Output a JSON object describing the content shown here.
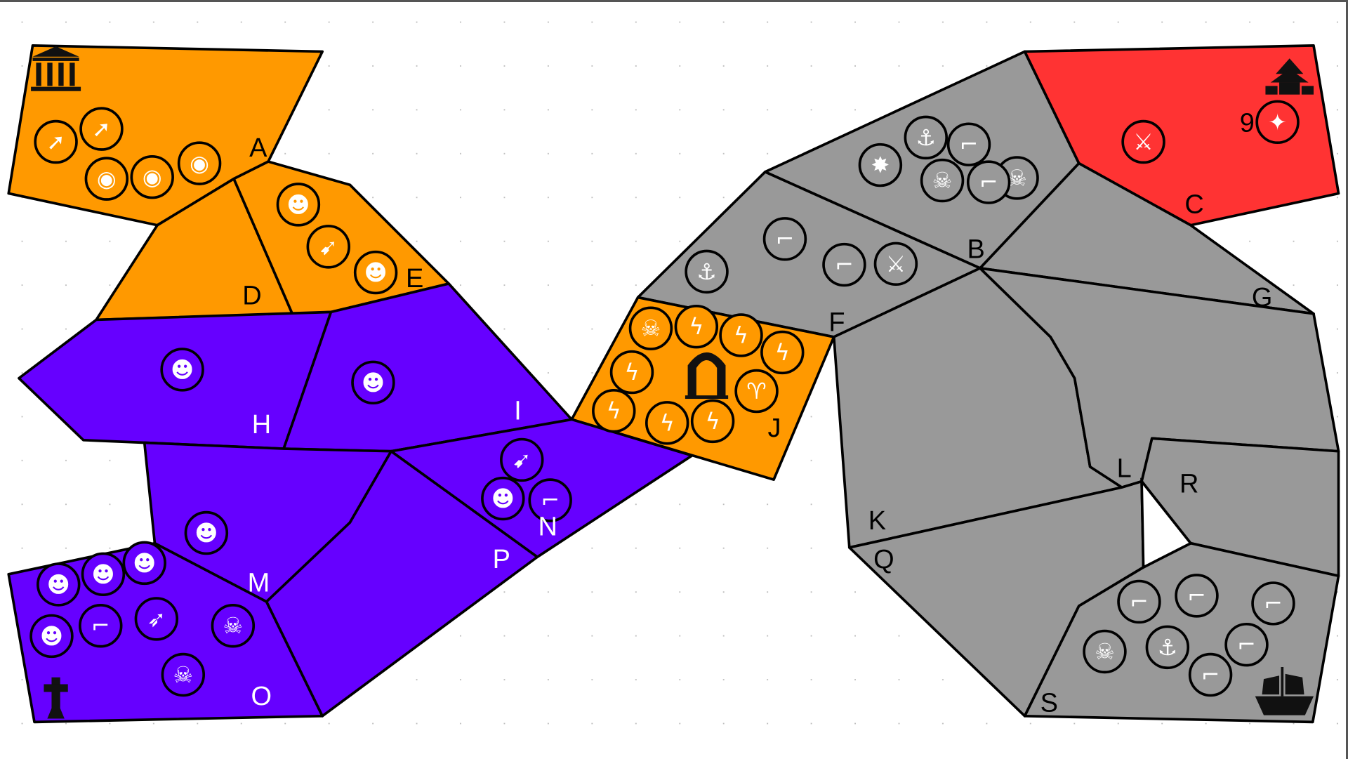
{
  "colors": {
    "orange": "#ff9900",
    "purple": "#6600ff",
    "gray": "#999999",
    "red": "#ff3333",
    "empty": "#ffffff"
  },
  "regions": [
    {
      "label": "A",
      "owner": "orange",
      "tokens": [
        "spear",
        "spear",
        "shield-spear",
        "shield-spear",
        "shield-spear"
      ],
      "landmark": "temple"
    },
    {
      "label": "B",
      "owner": "gray",
      "tokens": [
        "explosion",
        "anchor",
        "pistol",
        "pirate-captain",
        "pirate-captain",
        "pistol"
      ]
    },
    {
      "label": "C",
      "owner": "red",
      "tokens": [
        "monk-sword",
        "firework"
      ],
      "landmark": "pagoda",
      "count": "9"
    },
    {
      "label": "D",
      "owner": "orange",
      "tokens": []
    },
    {
      "label": "E",
      "owner": "orange",
      "tokens": [
        "mask",
        "spear-shield",
        "mask"
      ]
    },
    {
      "label": "F",
      "owner": "gray",
      "tokens": [
        "anchor",
        "pistol",
        "pistol",
        "monk-sword"
      ]
    },
    {
      "label": "G",
      "owner": "gray",
      "tokens": []
    },
    {
      "label": "H",
      "owner": "purple",
      "tokens": [
        "mask"
      ]
    },
    {
      "label": "I",
      "owner": "purple",
      "tokens": [
        "mask"
      ]
    },
    {
      "label": "J",
      "owner": "orange",
      "tokens": [
        "skeleton-swords",
        "lightning",
        "lightning",
        "lightning",
        "lightning",
        "lightning",
        "lightning",
        "lightning",
        "ram"
      ],
      "landmark": "gate"
    },
    {
      "label": "K",
      "owner": "gray",
      "tokens": []
    },
    {
      "label": "L",
      "owner": "gray",
      "tokens": []
    },
    {
      "label": "M",
      "owner": "purple",
      "tokens": [
        "mask"
      ]
    },
    {
      "label": "N",
      "owner": "purple",
      "tokens": [
        "spear-shield",
        "mask",
        "pistol"
      ]
    },
    {
      "label": "O",
      "owner": "purple",
      "tokens": [
        "mask",
        "mask",
        "mask",
        "mask",
        "pistol",
        "bow",
        "skeleton-swords",
        "skeleton-swords"
      ],
      "landmark": "gravestone"
    },
    {
      "label": "P",
      "owner": "purple",
      "tokens": []
    },
    {
      "label": "Q",
      "owner": "gray",
      "tokens": []
    },
    {
      "label": "R",
      "owner": "gray",
      "tokens": []
    },
    {
      "label": "S",
      "owner": "gray",
      "tokens": [
        "pistol",
        "pistol",
        "pistol",
        "pirate-captain",
        "anchor",
        "pistol",
        "pistol"
      ],
      "landmark": "pirate-ship"
    }
  ]
}
